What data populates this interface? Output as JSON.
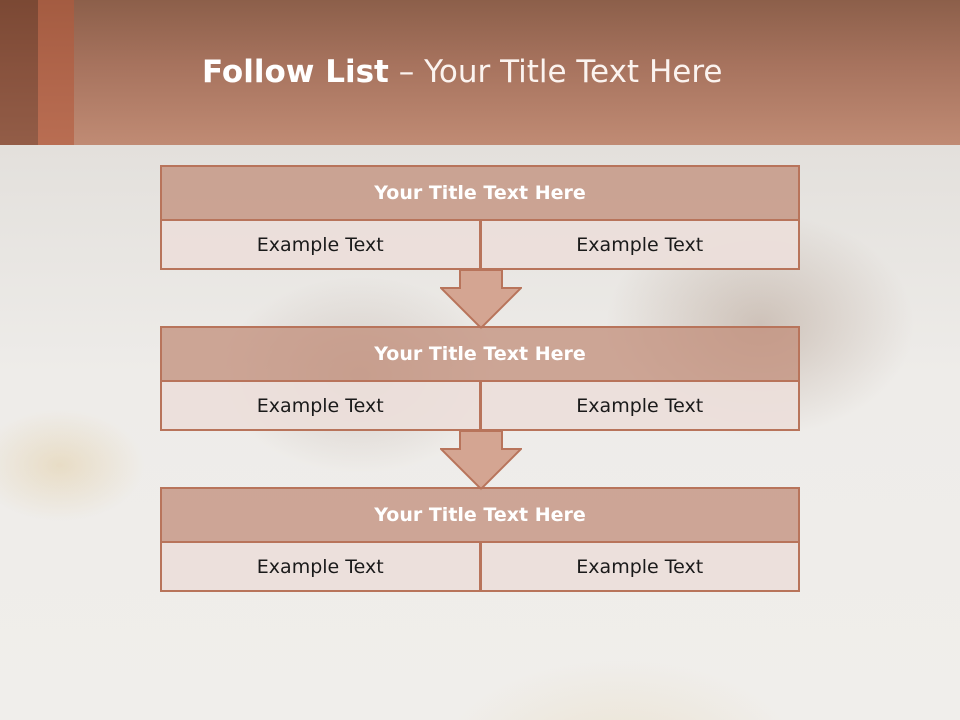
{
  "slide": {
    "title_bold": "Follow List",
    "title_rest": " – Your Title Text Here"
  },
  "blocks": [
    {
      "title": "Your Title Text Here",
      "left": "Example Text",
      "right": "Example Text"
    },
    {
      "title": "Your Title Text Here",
      "left": "Example Text",
      "right": "Example Text"
    },
    {
      "title": "Your Title Text Here",
      "left": "Example Text",
      "right": "Example Text"
    }
  ],
  "colors": {
    "header": "#a7735e",
    "block_head": "#c3917d",
    "border": "#b8745b",
    "cell": "#ecdeda"
  }
}
